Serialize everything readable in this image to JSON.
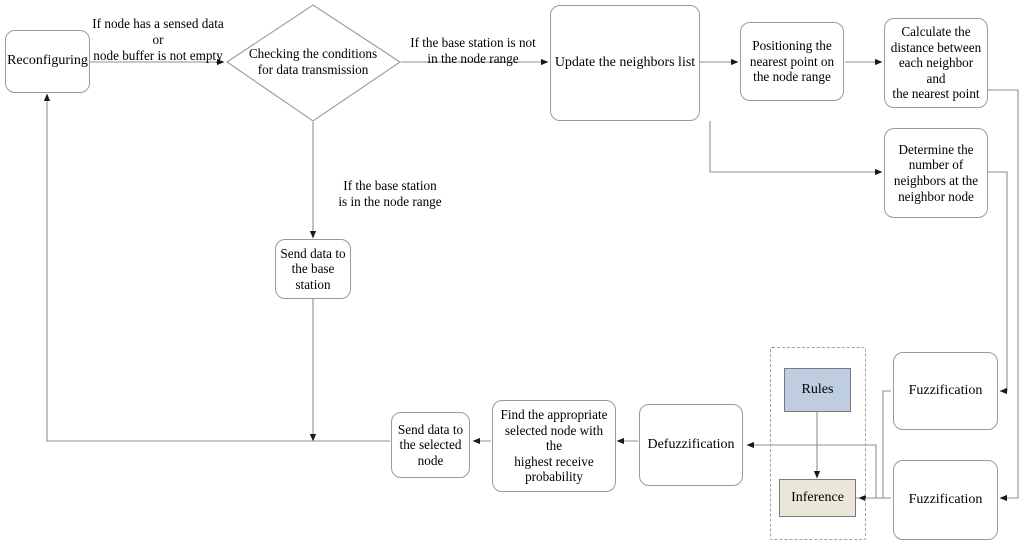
{
  "diagram": {
    "title": "Data transmission flowchart with fuzzy inference",
    "colors": {
      "stroke": "#8f8f8f",
      "box_stroke": "#9a9a9a",
      "sharp_stroke": "#7a7a7a",
      "rules_fill": "#bfcde1",
      "inference_fill": "#eae7d8",
      "dashed_stroke": "#9aa3b5",
      "text": "#000000",
      "background": "#ffffff"
    },
    "nodes": {
      "reconfiguring": "Reconfiguring",
      "checking_conditions": "Checking the conditions\nfor data transmission",
      "update_neighbors": "Update the neighbors list",
      "positioning_nearest_point": "Positioning the\nnearest point on\nthe node range",
      "calculate_distance": "Calculate the\ndistance between\neach neighbor and\nthe nearest point",
      "determine_number": "Determine the\nnumber of\nneighbors at the\nneighbor node",
      "send_base_station": "Send data to\nthe base\nstation",
      "send_selected_node": "Send data to\nthe selected\nnode",
      "find_appropriate": "Find the appropriate\nselected node with the\nhighest receive\nprobability",
      "defuzzification": "Defuzzification",
      "fuzzification_top": "Fuzzification",
      "fuzzification_bottom": "Fuzzification",
      "rules": "Rules",
      "inference": "Inference"
    },
    "edge_labels": {
      "node_sensed_data": "If node has a sensed data\nor\nnode buffer is not empty",
      "base_station_not_in_range": "If the base station is not\nin the node range",
      "base_station_in_range": "If the base station\nis in the node range"
    }
  }
}
